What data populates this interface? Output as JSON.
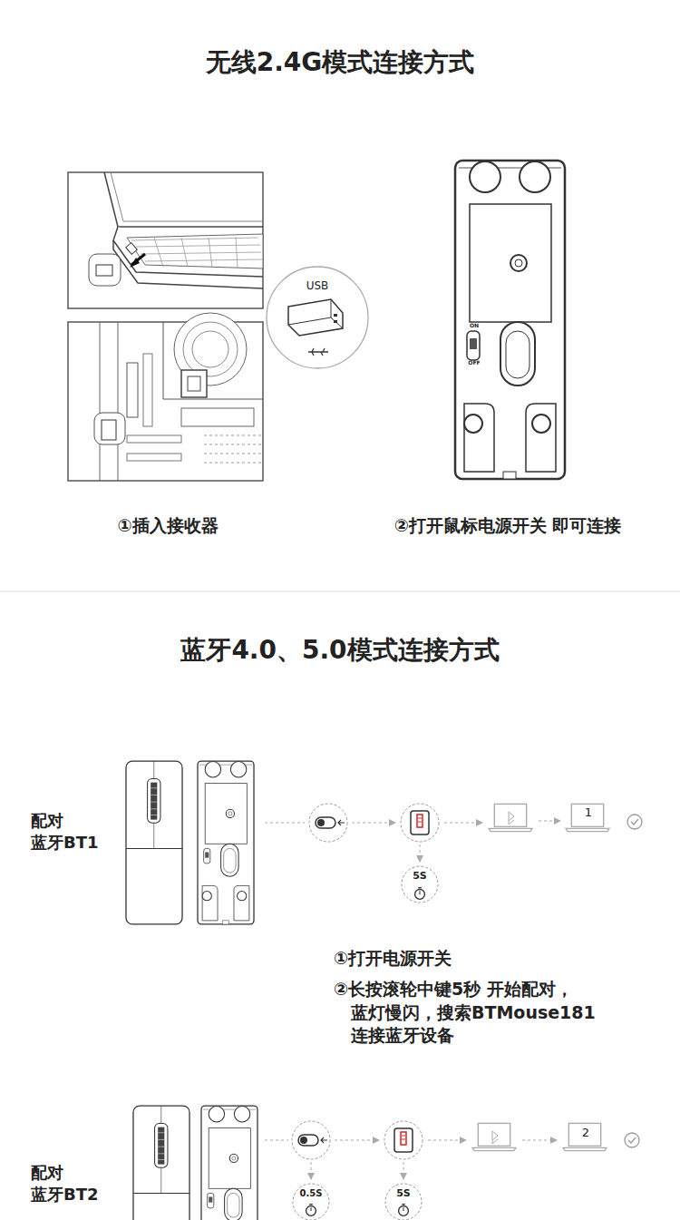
{
  "diagram": {
    "title": "无线2.4G模式连接方式",
    "labels": [
      "USB",
      "①插入接收器",
      "②打开鼠标电源开关 即可连接",
      "ON",
      "OFF",
      "蓝牙4.0、5.0模式连接方式",
      "配对 蓝牙BT1",
      "5S",
      "1",
      "①打开电源开关",
      "②长按滚轮中键5秒 开始配对， 蓝灯慢闪，搜索BTMouse181 连接蓝牙设备",
      "配对 蓝牙BT2",
      "0.5S",
      "5S",
      "2"
    ]
  }
}
